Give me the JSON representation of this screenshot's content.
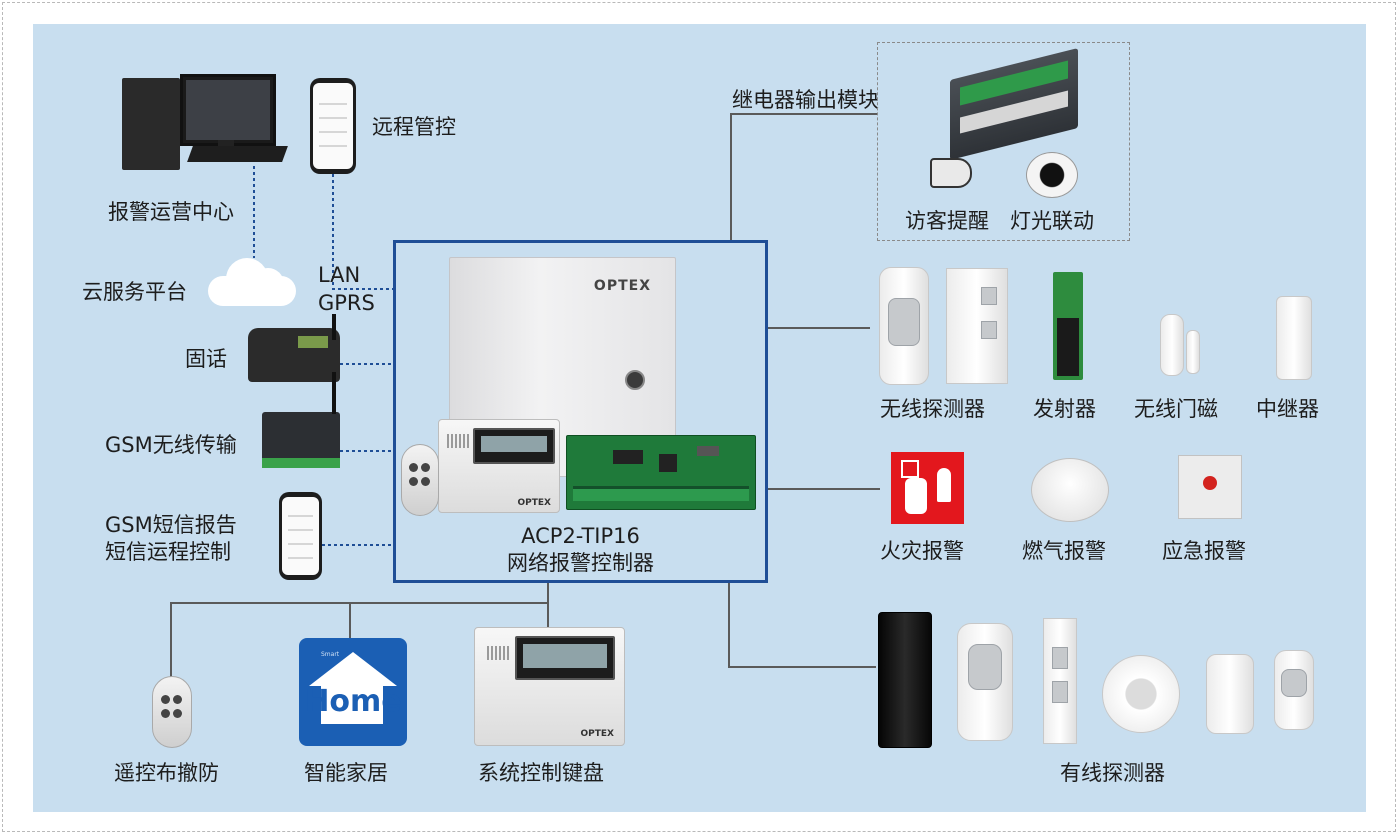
{
  "labels": {
    "alarm_center": "报警运营中心",
    "remote": "远程管控",
    "cloud": "云服务平台",
    "lan": "LAN",
    "gprs": "GPRS",
    "landline": "固话",
    "gsm_wireless": "GSM无线传输",
    "gsm_sms_line1": "GSM短信报告",
    "gsm_sms_line2": "短信运程控制",
    "relay_module": "继电器输出模块",
    "visitor": "访客提醒",
    "light": "灯光联动",
    "controller_model": "ACP2-TIP16",
    "controller_name": "网络报警控制器",
    "wireless_detector": "无线探测器",
    "transmitter": "发射器",
    "wireless_door": "无线门磁",
    "repeater": "中继器",
    "fire_alarm": "火灾报警",
    "gas_alarm": "燃气报警",
    "emergency_alarm": "应急报警",
    "remote_arm": "遥控布撤防",
    "smart_home": "智能家居",
    "keypad": "系统控制键盘",
    "wired_detector": "有线探测器"
  },
  "device_text": {
    "optex_cabinet": "OPTEX",
    "optex_keypad": "OPTEX",
    "optex_keypad2": "OPTEX",
    "home_word": "Home",
    "home_small": "Smart"
  },
  "colors": {
    "panel_bg": "#c8deef",
    "controller_border": "#1f4e96",
    "dotted_link": "#1f4e96",
    "solid_link": "#555555",
    "home_card": "#1b5fb4",
    "fire_red": "#e3171d"
  }
}
